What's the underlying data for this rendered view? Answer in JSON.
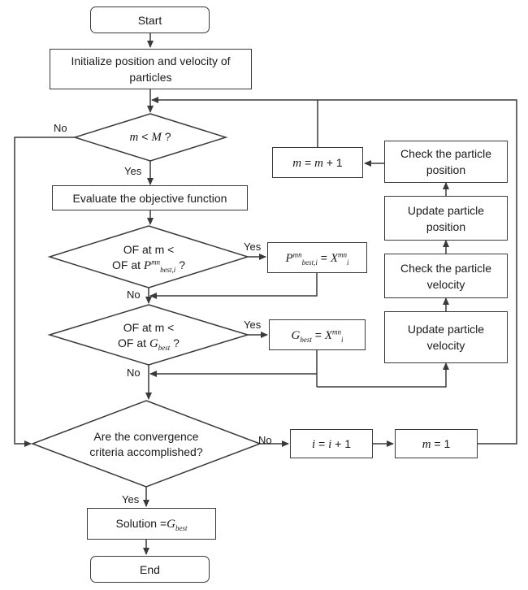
{
  "nodes": {
    "start": "Start",
    "init": "Initialize position and velocity of particles",
    "dec_m": {
      "var_left": "m",
      "op": " < ",
      "var_right": "M",
      "suffix": " ?"
    },
    "evaluate": "Evaluate the objective function",
    "dec_pbest": {
      "line1": "OF at m <",
      "line2_prefix": "OF at ",
      "p": "P",
      "p_sup": "mn",
      "p_sub": "best,i",
      "suffix": " ?"
    },
    "pbest_assign": {
      "p": "P",
      "p_sup": "mn",
      "p_sub": "best,i",
      "eq": " = ",
      "x": "X",
      "x_sup": "mn",
      "x_sub": "i"
    },
    "dec_gbest": {
      "line1": "OF at m <",
      "line2_prefix": "OF at ",
      "g": "G",
      "g_sub": "best",
      "suffix": " ?"
    },
    "gbest_assign": {
      "g": "G",
      "g_sub": "best",
      "eq": " = ",
      "x": "X",
      "x_sup": "mn",
      "x_sub": "i"
    },
    "dec_conv": "Are the convergence criteria accomplished?",
    "i_inc": {
      "var": "i",
      "eq": " = ",
      "var2": "i",
      "tail": " + 1"
    },
    "m_reset": {
      "var": "m",
      "tail": " = 1"
    },
    "m_inc": {
      "var": "m",
      "eq": " = ",
      "var2": "m",
      "tail": " + 1"
    },
    "check_pos": "Check the particle position",
    "update_pos": "Update particle position",
    "check_vel": "Check the particle velocity",
    "update_vel": "Update particle velocity",
    "solution": {
      "prefix": "Solution =",
      "g": "G",
      "g_sub": "best"
    },
    "end": "End"
  },
  "labels": {
    "no_m": "No",
    "yes_m": "Yes",
    "yes_pbest": "Yes",
    "no_pbest": "No",
    "yes_gbest": "Yes",
    "no_gbest": "No",
    "no_conv": "No",
    "yes_conv": "Yes"
  },
  "colors": {
    "stroke": "#3a3a3a",
    "text": "#1a1a1a",
    "background": "#ffffff"
  }
}
